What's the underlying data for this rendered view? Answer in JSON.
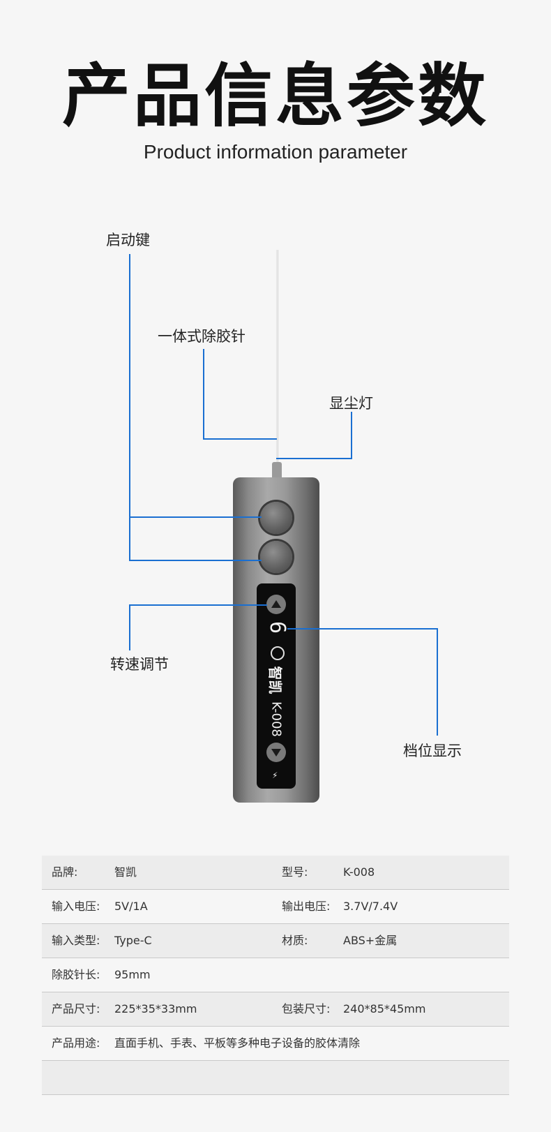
{
  "heading": {
    "title": "产品信息参数",
    "subtitle": "Product information parameter"
  },
  "callouts": {
    "start_key": "启动键",
    "needle": "一体式除胶针",
    "dust_light": "显尘灯",
    "speed": "转速调节",
    "gear_display": "档位显示"
  },
  "device": {
    "digit": "6",
    "brand": "智凯",
    "model": "K-008",
    "battery_icon": "battery-icon",
    "accent": "#1a6fd1"
  },
  "specs": [
    {
      "label1": "品牌:",
      "value1": "智凯",
      "label2": "型号:",
      "value2": "K-008"
    },
    {
      "label1": "输入电压:",
      "value1": "5V/1A",
      "label2": "输出电压:",
      "value2": "3.7V/7.4V"
    },
    {
      "label1": "输入类型:",
      "value1": "Type-C",
      "label2": "材质:",
      "value2": "ABS+金属"
    },
    {
      "label1": "除胶针长:",
      "value1": "95mm",
      "label2": "",
      "value2": ""
    },
    {
      "label1": "产品尺寸:",
      "value1": "225*35*33mm",
      "label2": "包装尺寸:",
      "value2": "240*85*45mm"
    },
    {
      "label1": "产品用途:",
      "value1": "直面手机、手表、平板等多种电子设备的胶体清除",
      "label2": "",
      "value2": ""
    },
    {
      "label1": "",
      "value1": "",
      "label2": "",
      "value2": ""
    }
  ]
}
